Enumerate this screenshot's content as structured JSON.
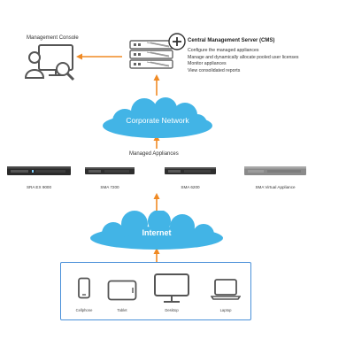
{
  "management_console": {
    "label": "Management Console",
    "icon": "user-monitor-search-icon"
  },
  "cms": {
    "title": "Central Management Server (CMS)",
    "bullets": [
      "Configure the managed appliances",
      "Manage and dynamically allocate pooled user licenses",
      "Monitor appliances",
      "View consolidated reports"
    ],
    "icon": "server-stack-plus-icon"
  },
  "corporate_network": {
    "label": "Corporate Network"
  },
  "managed_appliances": {
    "heading": "Managed Appliances",
    "items": [
      {
        "label": "SRA EX 9000"
      },
      {
        "label": "SMA 7200"
      },
      {
        "label": "SMA 6200"
      },
      {
        "label": "SMA Virtual Appliance"
      }
    ]
  },
  "internet": {
    "label": "Internet"
  },
  "devices": [
    {
      "label": "Cellphone",
      "icon": "cellphone-icon"
    },
    {
      "label": "Tablet",
      "icon": "tablet-icon"
    },
    {
      "label": "Desktop",
      "icon": "desktop-icon"
    },
    {
      "label": "Laptop",
      "icon": "laptop-icon"
    }
  ],
  "colors": {
    "cloud": "#42b4e6",
    "arrow": "#f08a24",
    "device_box_border": "#4a90d9",
    "icon_stroke": "#555555"
  }
}
